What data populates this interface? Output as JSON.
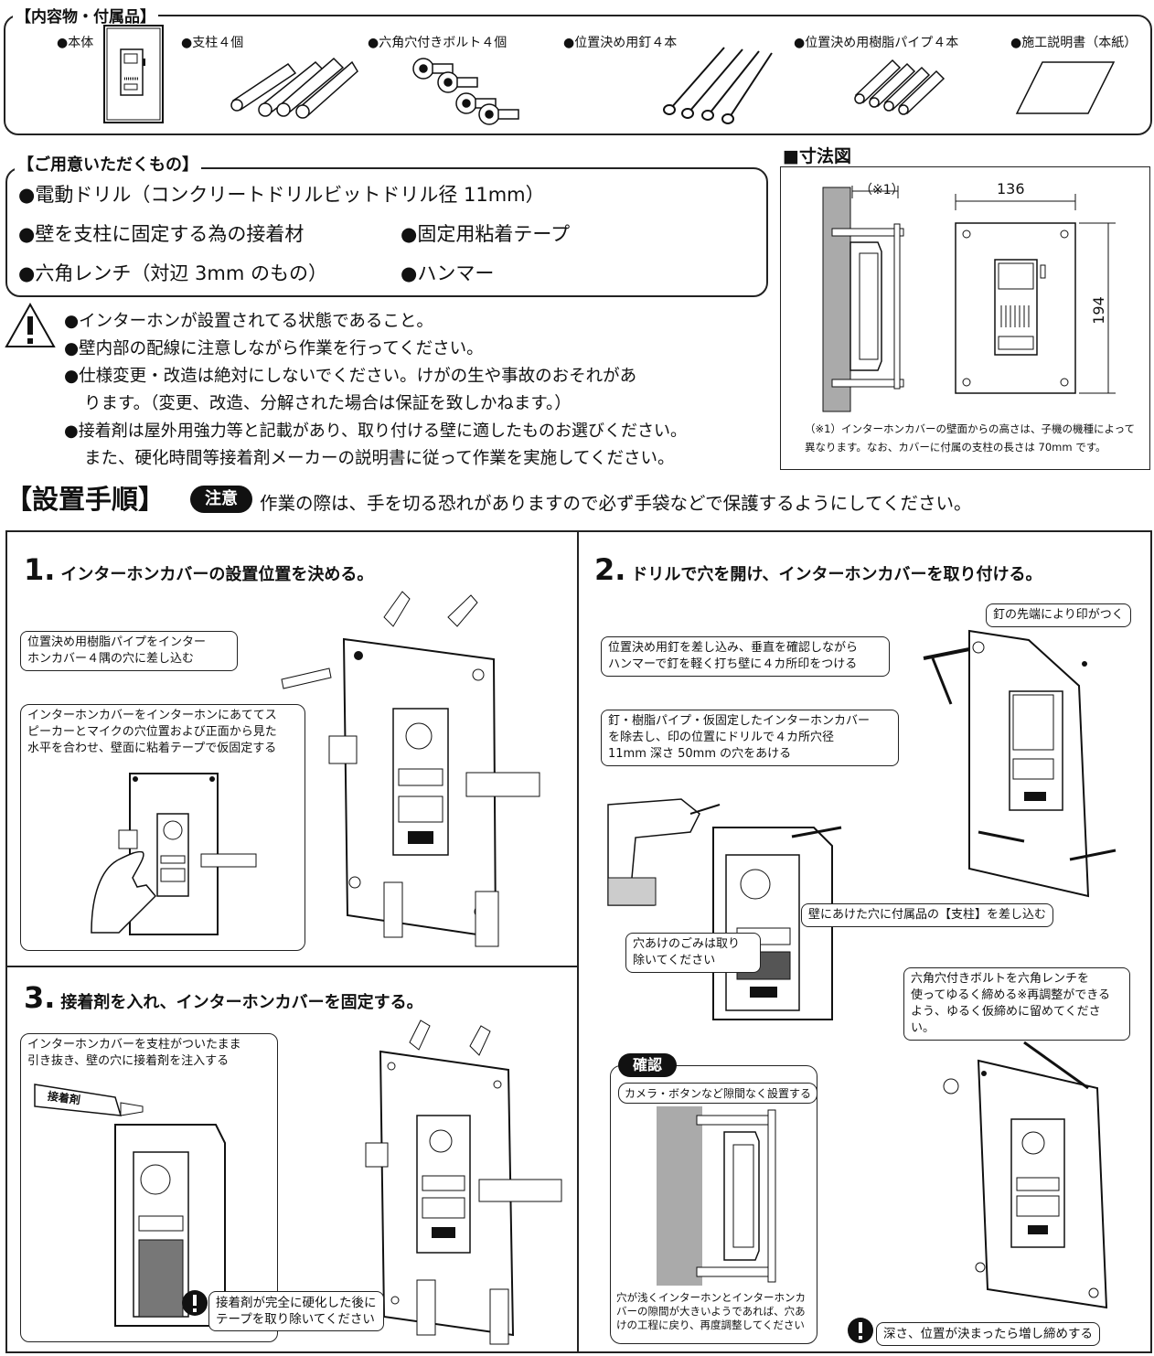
{
  "contents": {
    "heading": "【内容物・付属品】",
    "items": [
      "●本体",
      "●支柱４個",
      "●六角穴付きボルト４個",
      "●位置決め用釘４本",
      "●位置決め用樹脂パイプ４本",
      "●施工説明書（本紙）"
    ]
  },
  "prepare": {
    "heading": "【ご用意いただくもの】",
    "items": [
      "●電動ドリル（コンクリートドリルビットドリル径 11mm）",
      "●壁を支柱に固定する為の接着材",
      "●固定用粘着テープ",
      "●六角レンチ（対辺 3mm のもの）",
      "●ハンマー"
    ]
  },
  "warnings": [
    "●インターホンが設置されてる状態であること。",
    "●壁内部の配線に注意しながら作業を行ってください。",
    "●仕様変更・改造は絶対にしないでください。けがの生や事故のおそれがあ",
    "ります。（変更、改造、分解された場合は保証を致しかねます。）",
    "●接着剤は屋外用強力等と記載があり、取り付ける壁に適したものお選びください。",
    "また、硬化時間等接着剤メーカーの説明書に従って作業を実施してください。"
  ],
  "dimensions": {
    "heading": "■寸法図",
    "note1": "（※1）",
    "width": "136",
    "height": "194",
    "footnote_1": "（※1）インターホンカバーの壁面からの高さは、子機の機種によって",
    "footnote_2": "異なります。なお、カバーに付属の支柱の長さは 70mm です。"
  },
  "procedure": {
    "heading": "【設置手順】",
    "caution_badge": "注意",
    "caution_text": "作業の際は、手を切る恐れがありますので必ず手袋などで保護するようにしてください。"
  },
  "step1": {
    "num": "1.",
    "title": "インターホンカバーの設置位置を決める。",
    "note_a_1": "位置決め用樹脂パイプをインター",
    "note_a_2": "ホンカバー４隅の穴に差し込む",
    "note_b_1": "インターホンカバーをインターホンにあててス",
    "note_b_2": "ピーカーとマイクの穴位置および正面から見た",
    "note_b_3": "水平を合わせ、壁面に粘着テープで仮固定する"
  },
  "step2": {
    "num": "2.",
    "title": "ドリルで穴を開け、インターホンカバーを取り付ける。",
    "note_mark": "釘の先端により印がつく",
    "note_nail_1": "位置決め用釘を差し込み、垂直を確認しながら",
    "note_nail_2": "ハンマーで釘を軽く打ち壁に４カ所印をつける",
    "note_drill_1": "釘・樹脂パイプ・仮固定したインターホンカバー",
    "note_drill_2": "を除去し、印の位置にドリルで４カ所穴径",
    "note_drill_3": "11mm 深さ 50mm の穴をあける",
    "note_post": "壁にあけた穴に付属品の【支柱】を差し込む",
    "note_dust_1": "穴あけのごみは取り",
    "note_dust_2": "除いてください",
    "note_bolt_1": "六角穴付きボルトを六角レンチを",
    "note_bolt_2": "使ってゆるく締める※再調整ができる",
    "note_bolt_3": "よう、ゆるく仮締めに留めてください。",
    "check_badge": "確認",
    "check_title": "カメラ・ボタンなど隙間なく設置する",
    "check_1": "穴が浅くインターホンとインターホンカ",
    "check_2": "バーの隙間が大きいようであれば、穴あ",
    "check_3": "けの工程に戻り、再度調整してください",
    "final": "深さ、位置が決まったら増し締めする"
  },
  "step3": {
    "num": "3.",
    "title": "接着剤を入れ、インターホンカバーを固定する。",
    "note_1": "インターホンカバーを支柱がついたまま",
    "note_2": "引き抜き、壁の穴に接着剤を注入する",
    "tube_label": "接着剤",
    "warn_1": "接着剤が完全に硬化した後に",
    "warn_2": "テープを取り除いてください"
  }
}
